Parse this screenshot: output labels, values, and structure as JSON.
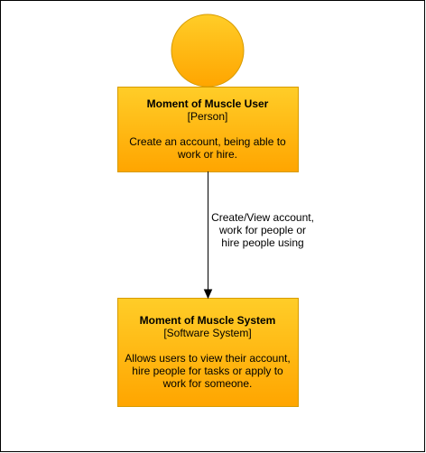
{
  "colors": {
    "box_fill_top": "#FFCD28",
    "box_fill_bottom": "#FFA500",
    "box_border": "#D79B00",
    "edge_color": "#000000",
    "frame_border": "#000000"
  },
  "nodes": {
    "user": {
      "title": "Moment of Muscle User",
      "type": "[Person]",
      "description": "Create an account, being able to work or hire."
    },
    "system": {
      "title": "Moment of Muscle System",
      "type": "[Software System]",
      "description": "Allows users to view their account, hire people for tasks or apply to work for someone."
    }
  },
  "edges": [
    {
      "from": "user",
      "to": "system",
      "label": "Create/View account, work for people or hire people using"
    }
  ]
}
